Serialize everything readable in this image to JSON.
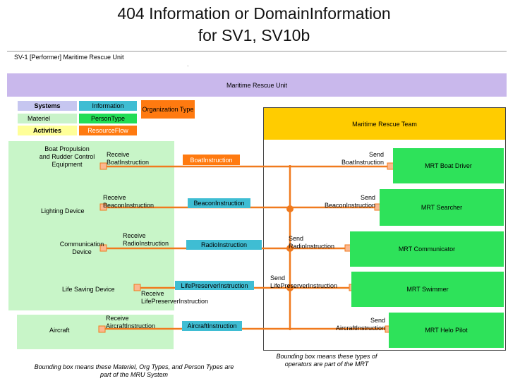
{
  "title": "404   Information or DomainInformation for SV1, SV10b",
  "subtitle": "SV-1 [Performer] Maritime Rescue Unit",
  "dot": ".",
  "mru_label": "Maritime Rescue Unit",
  "legend": {
    "systems": "Systems",
    "information": "Information",
    "organization_type": "Organization Type",
    "materiel": "Materiel",
    "person_type": "PersonType",
    "activities": "Activities",
    "resource_flow": "ResourceFlow"
  },
  "team_label": "Maritime Rescue Team",
  "rows": [
    {
      "system": "Boat Propulsion and Rudder Control Equipment",
      "receive": "Receive BoatInstruction",
      "info": "BoatInstruction",
      "send": "Send BoatInstruction",
      "person": "MRT Boat Driver"
    },
    {
      "system": "Lighting Device",
      "receive": "Receive BeaconInstruction",
      "info": "BeaconInstruction",
      "send": "Send BeaconInstruction",
      "person": "MRT Searcher"
    },
    {
      "system": "Communication Device",
      "receive": "Receive RadioInstruction",
      "info": "RadioInstruction",
      "send": "Send RadioInstruction",
      "person": "MRT Communicator"
    },
    {
      "system": "Life Saving Device",
      "receive": "Receive LifePreserverInstruction",
      "info": "LifePreserverInstruction",
      "send": "Send LifePreserverInstruction",
      "person": "MRT Swimmer"
    },
    {
      "system": "Aircraft",
      "receive": "Receive AircraftInstruction",
      "info": "AircraftInstruction",
      "send": "Send AircraftInstruction",
      "person": "MRT Helo Pilot"
    }
  ],
  "notes": {
    "left": "Bounding box means these Materiel, Org Types, and Person Types are part of the MRU System",
    "right": "Bounding box means these types of operators are part of the MRT"
  },
  "colors": {
    "flow": "#f07a1e",
    "information": "#3fbdd3",
    "person_type": "#2ee25a",
    "materiel": "#c8f5c8",
    "organization": "#ff7a10",
    "team": "#ffcc00",
    "unit": "#c9b8ec"
  }
}
